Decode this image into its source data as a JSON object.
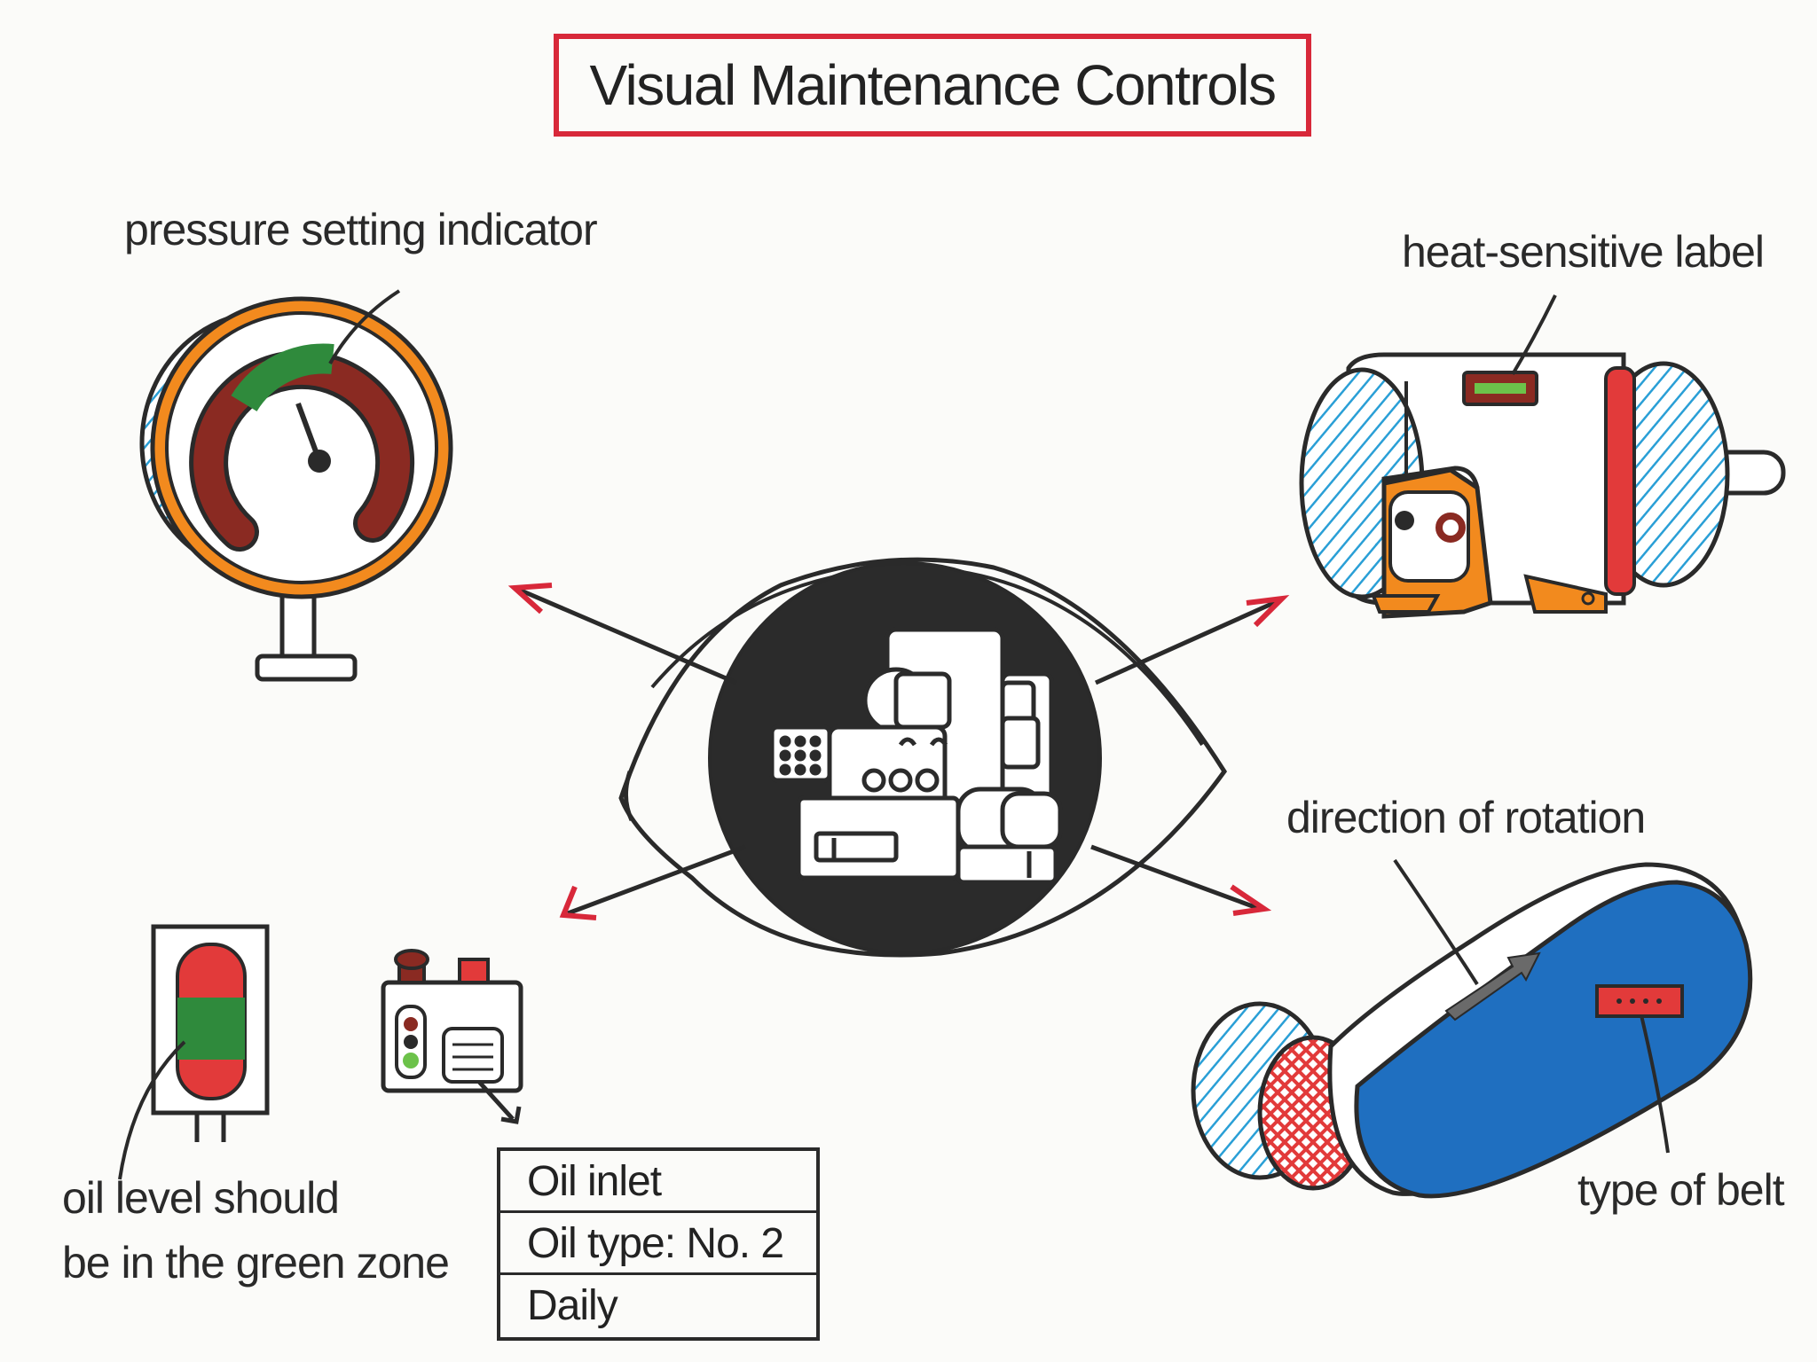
{
  "title": "Visual Maintenance Controls",
  "labels": {
    "pressure": "pressure setting indicator",
    "heat": "heat-sensitive label",
    "rotation": "direction of rotation",
    "belt": "type of belt",
    "oil_level_line1": "oil level should",
    "oil_level_line2": "be in the green zone"
  },
  "oil_table": {
    "rows": [
      "Oil inlet",
      "Oil type: No. 2",
      "Daily"
    ]
  },
  "colors": {
    "title_border": "#d8283a",
    "hatch_blue": "#2a9fd6",
    "orange": "#f28a1e",
    "red": "#e23a3a",
    "green": "#2f8a3c",
    "belt_blue": "#1f6fc0",
    "ink": "#2a2a2a"
  },
  "icons": [
    "pressure-gauge-icon",
    "eye-icon",
    "machine-icon",
    "motor-icon",
    "belt-drive-icon",
    "oil-sight-glass-icon",
    "oil-tank-icon"
  ]
}
